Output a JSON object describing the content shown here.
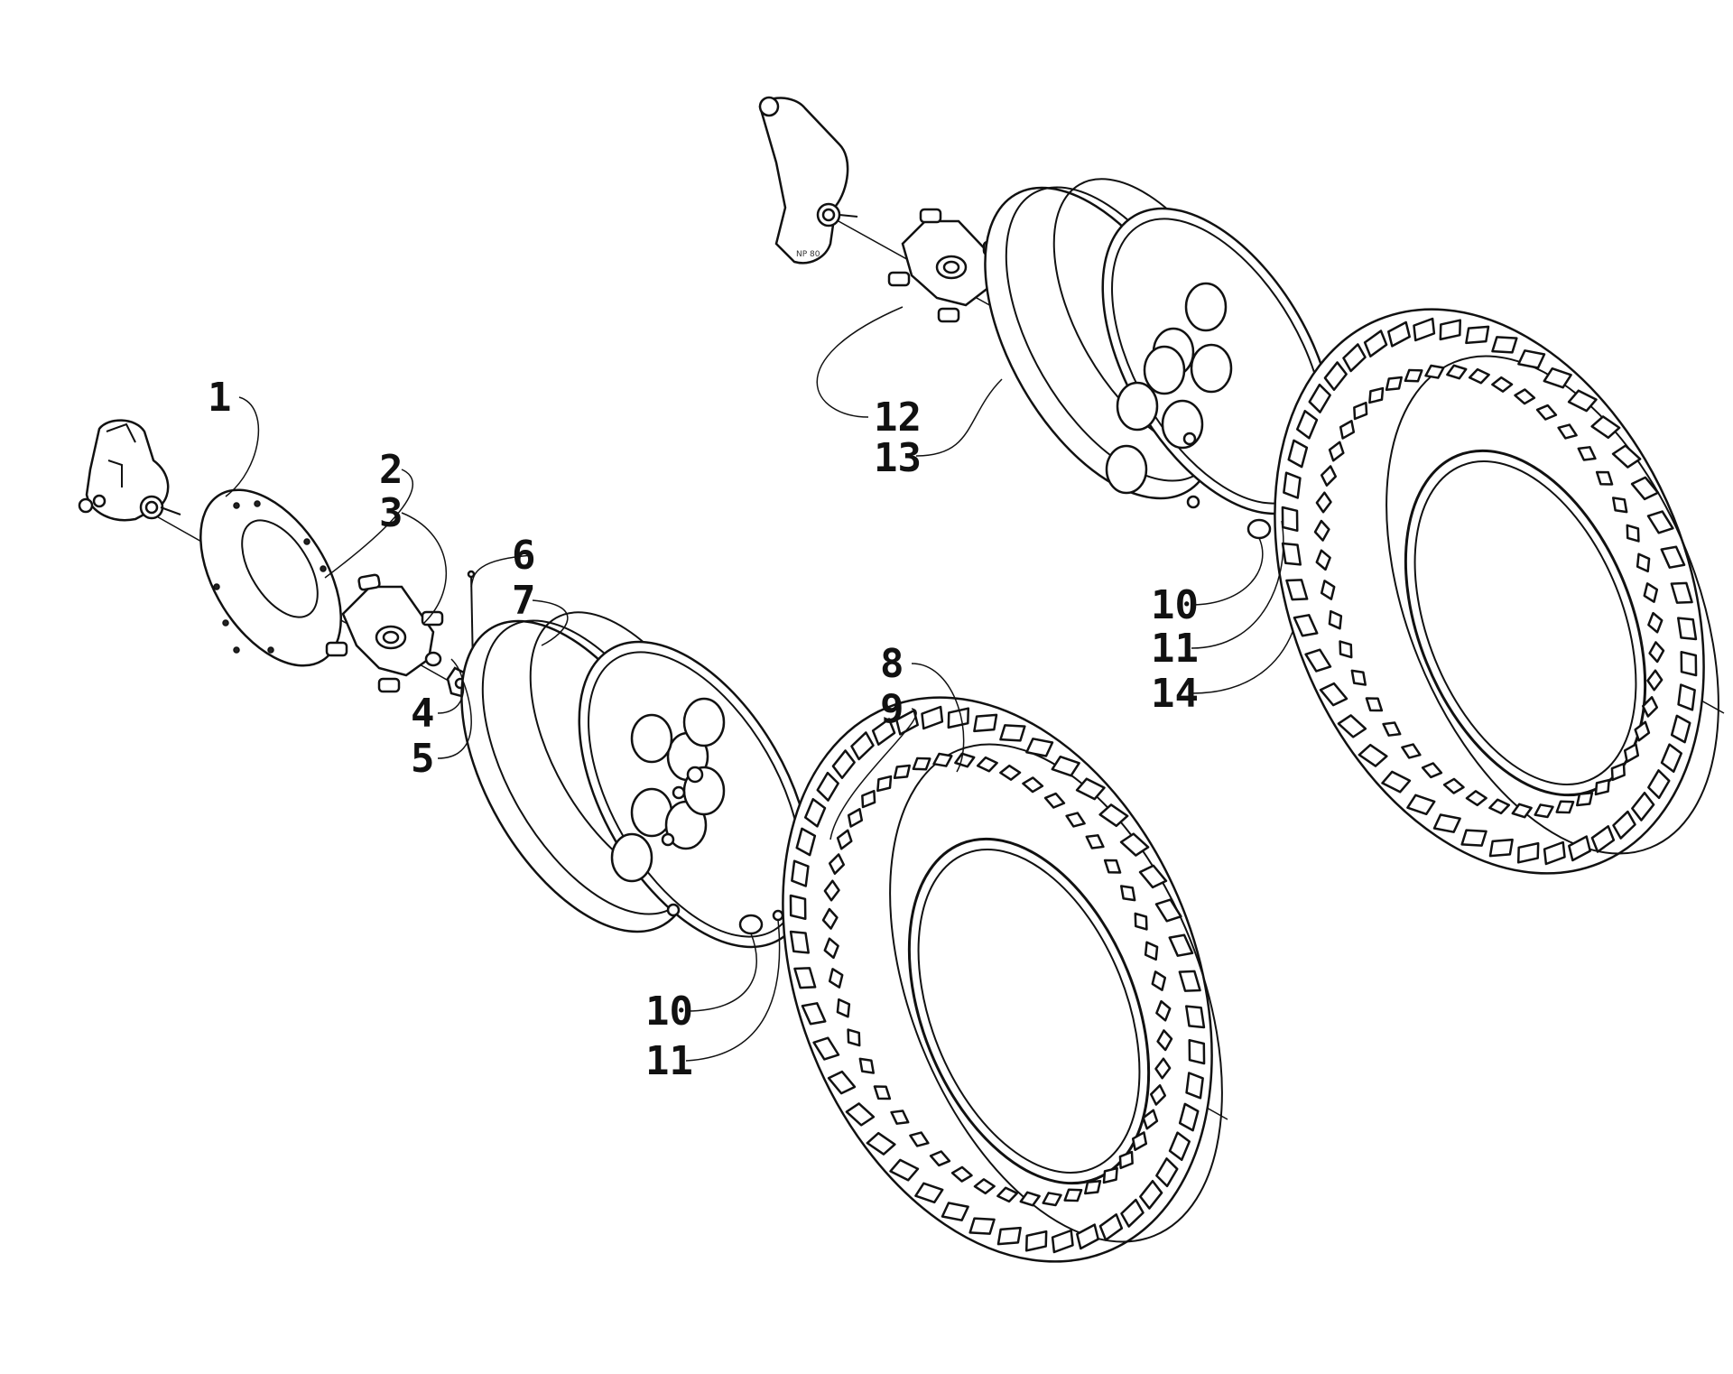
{
  "diagram": {
    "callouts": {
      "c1": "1",
      "c2": "2",
      "c3": "3",
      "c4": "4",
      "c5": "5",
      "c6": "6",
      "c7": "7",
      "c8": "8",
      "c9": "9",
      "c10a": "10",
      "c11a": "11",
      "c12": "12",
      "c13": "13",
      "c10b": "10",
      "c11b": "11",
      "c14": "14"
    },
    "knuckle_label": "NP 80"
  }
}
